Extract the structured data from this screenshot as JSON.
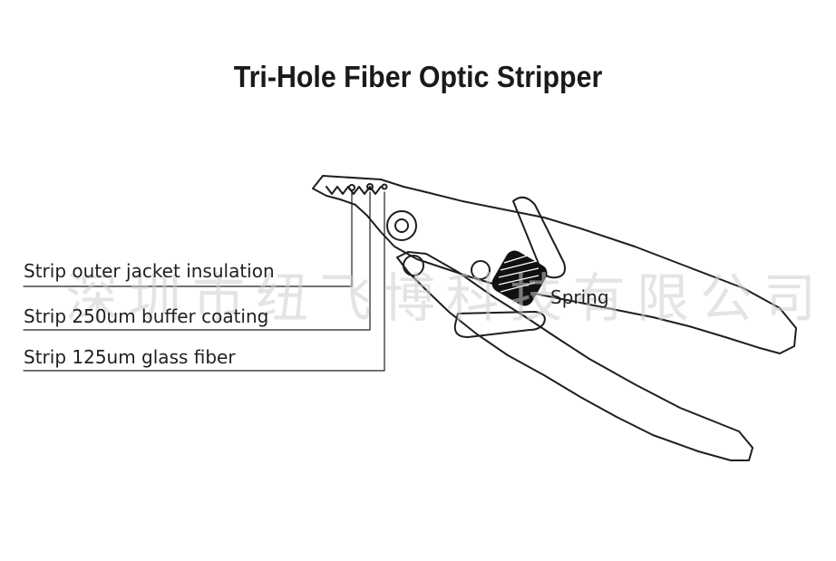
{
  "title": "Tri-Hole Fiber Optic Stripper",
  "callouts": {
    "outer_jacket": "Strip outer jacket insulation",
    "buffer_coating": "Strip 250um buffer coating",
    "glass_fiber": "Strip 125um glass fiber",
    "spring": "Spring"
  },
  "watermark": "深圳市纽飞博科技有限公司",
  "colors": {
    "ink": "#1f1f1f",
    "spring_fill": "#111111",
    "watermark": "#cfcfcf"
  }
}
